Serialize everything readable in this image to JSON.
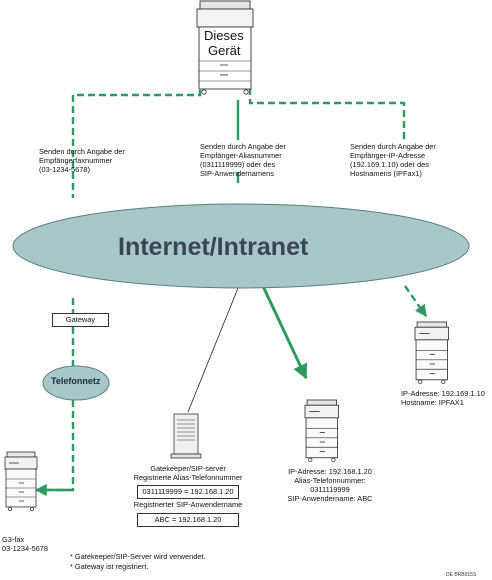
{
  "device": {
    "line1": "Dieses",
    "line2": "Gerät"
  },
  "send_labels": {
    "fax": [
      "Senden durch Angabe der",
      "Empfängerfaxnummer",
      "(03-1234-5678)"
    ],
    "alias": [
      "Senden durch Angabe der",
      "Empfänger-Aliasnummer",
      "(0311119999) oder des",
      "SIP-Anwendernamens"
    ],
    "ip": [
      "Senden durch Angabe der",
      "Empfänger-IP-Adresse",
      "(192.169.1.10) oder des",
      "Hostnamens (IPFax1)"
    ]
  },
  "network": {
    "label": "Internet/Intranet"
  },
  "gateway": {
    "label": "Gateway"
  },
  "phone_network": {
    "label": "Telefonnetz"
  },
  "gatekeeper": {
    "title": "Gatekeeper/SIP-server",
    "alias_heading": "Registrierte Alias-Telefonnummer",
    "alias_entry": "0311119999 = 192.168.1.20",
    "sip_heading": "Registrierter SIP-Anwendername",
    "sip_entry": "ABC = 192.168.1.20"
  },
  "fax_device": {
    "lines": [
      "G3-fax",
      "03-1234-5678"
    ]
  },
  "middle_device": {
    "lines": [
      "IP-Adresse: 192.168.1.20",
      "Alias-Telefonnummer:",
      "0311119999",
      "SIP-Anwendername: ABC"
    ]
  },
  "right_device": {
    "lines": [
      "IP-Adresse: 192.169.1.10",
      "Hostname: IPFAX1"
    ]
  },
  "notes": [
    "* Gatekeeper/SIP-Server wird verwendet.",
    "* Gateway ist registriert."
  ],
  "figure_code": "DE BRB015S",
  "colors": {
    "link": "#2e9a5e",
    "ellipse": "#a8c7c8",
    "ellipse_stroke": "#5b7e80",
    "ink": "#222222"
  }
}
